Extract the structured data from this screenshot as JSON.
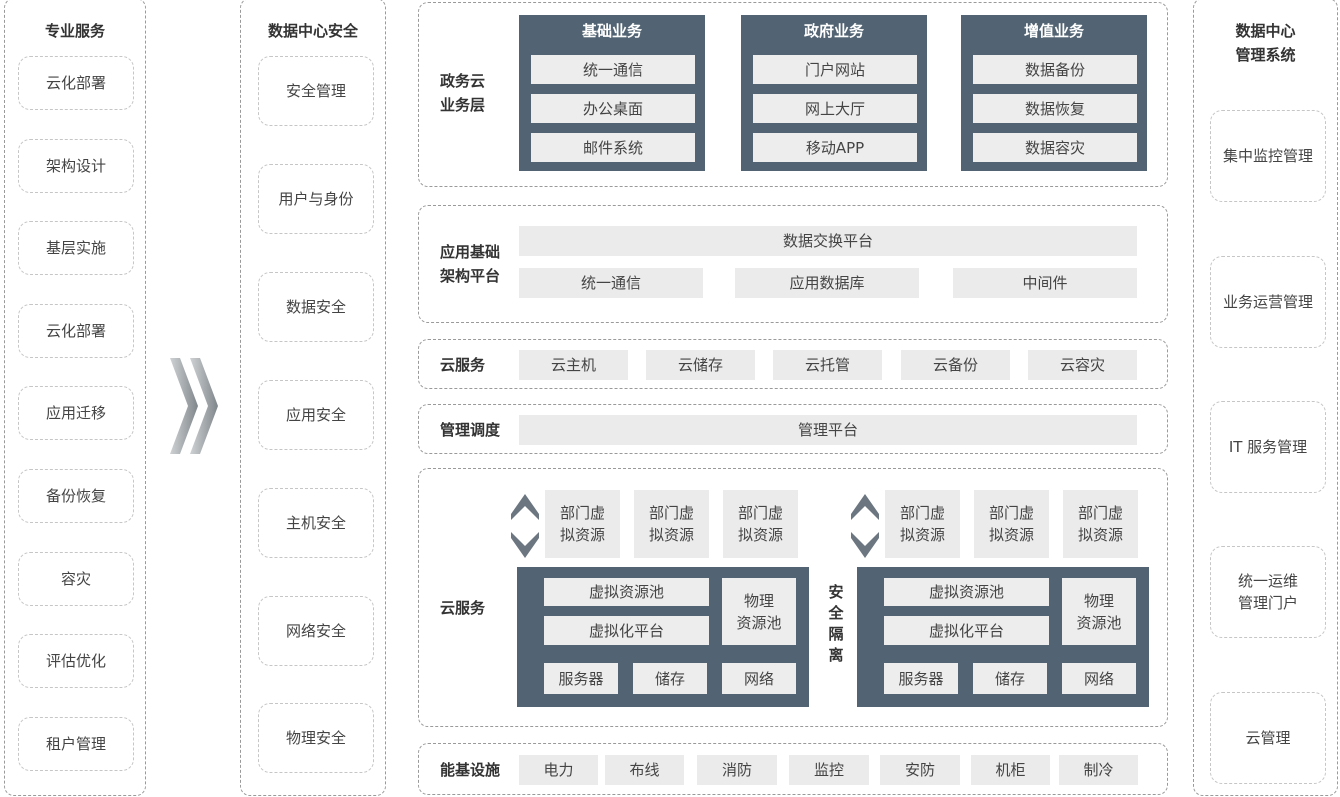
{
  "professional_services": {
    "title": "专业服务",
    "items": [
      "云化部署",
      "架构设计",
      "基层实施",
      "云化部署",
      "应用迁移",
      "备份恢复",
      "容灾",
      "评估优化",
      "租户管理"
    ]
  },
  "datacenter_security": {
    "title": "数据中心安全",
    "items": [
      "安全管理",
      "用户与身份",
      "数据安全",
      "应用安全",
      "主机安全",
      "网络安全",
      "物理安全"
    ]
  },
  "gov_cloud_layer": {
    "label": "政务云\n业务层",
    "groups": [
      {
        "title": "基础业务",
        "items": [
          "统一通信",
          "办公桌面",
          "邮件系统"
        ]
      },
      {
        "title": "政府业务",
        "items": [
          "门户网站",
          "网上大厅",
          "移动APP"
        ]
      },
      {
        "title": "增值业务",
        "items": [
          "数据备份",
          "数据恢复",
          "数据容灾"
        ]
      }
    ]
  },
  "app_infra_layer": {
    "label": "应用基础\n架构平台",
    "top": "数据交换平台",
    "items": [
      "统一通信",
      "应用数据库",
      "中间件"
    ]
  },
  "cloud_service_layer": {
    "label": "云服务",
    "items": [
      "云主机",
      "云储存",
      "云托管",
      "云备份",
      "云容灾"
    ]
  },
  "management_layer": {
    "label": "管理调度",
    "platform": "管理平台"
  },
  "cloud_resource_layer": {
    "label": "云服务",
    "isolation_label": "安全隔离",
    "dept_resource": "部门虚\n拟资源",
    "virtual_pool": "虚拟资源池",
    "virtualization": "虚拟化平台",
    "physical_pool": "物理\n资源池",
    "hardware": [
      "服务器",
      "储存",
      "网络"
    ]
  },
  "infrastructure_layer": {
    "label": "能基设施",
    "items": [
      "电力",
      "布线",
      "消防",
      "监控",
      "安防",
      "机柜",
      "制冷"
    ]
  },
  "datacenter_mgmt": {
    "title": "数据中心\n管理系统",
    "items": [
      "集中监控管理",
      "业务运营管理",
      "IT 服务管理",
      "统一运维\n管理门户",
      "云管理"
    ]
  },
  "colors": {
    "slate": "#526473",
    "box_gray": "#ebebeb",
    "dashed_border": "#9a9a9a",
    "chevron_gray": "#a0a5a9"
  }
}
